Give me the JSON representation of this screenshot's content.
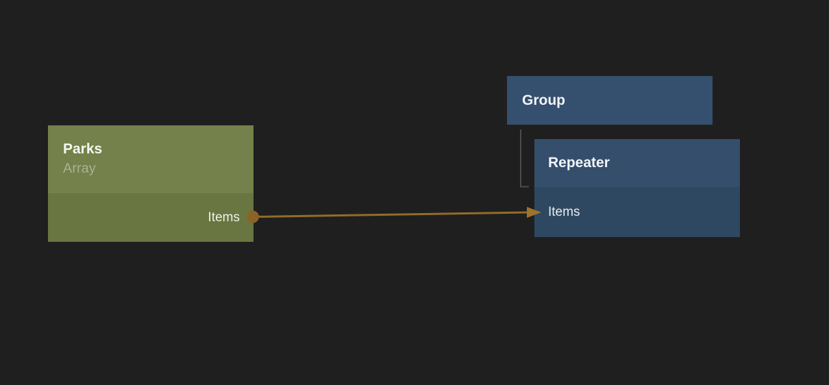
{
  "canvas": {
    "background": "#1f1f20"
  },
  "nodes": {
    "parks": {
      "title": "Parks",
      "subtitle": "Array",
      "port_label": "Items",
      "header_color": "#74814a",
      "row_color": "#697641"
    },
    "group": {
      "title": "Group",
      "color": "#35506e"
    },
    "repeater": {
      "title": "Repeater",
      "port_label": "Items",
      "header_color": "#344e6c",
      "row_color": "#2f4862"
    }
  },
  "connection": {
    "line_color": "#926d28",
    "dot_color": "#8a6426",
    "arrow_color": "#9e742c"
  },
  "tree_connector": {
    "color": "#4b4b4b"
  }
}
